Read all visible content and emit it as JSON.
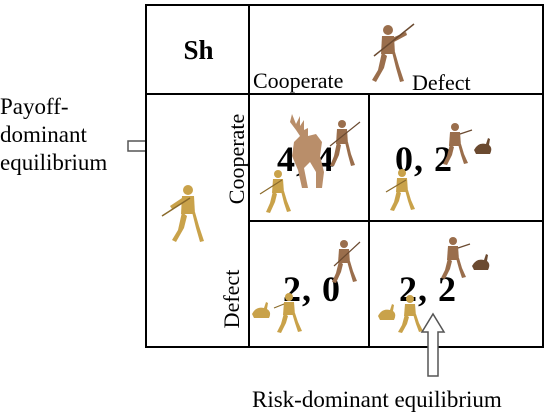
{
  "matrix": {
    "corner_label": "Sh",
    "col_headers": [
      "Cooperate",
      "Defect"
    ],
    "row_headers": [
      "Cooperate",
      "Defect"
    ],
    "cells": [
      [
        "4, 4",
        "0, 2"
      ],
      [
        "2, 0",
        "2, 2"
      ]
    ]
  },
  "annotations": {
    "payoff_dominant": [
      "Payoff-",
      "dominant",
      "equilibrium"
    ],
    "risk_dominant": "Risk-dominant equilibrium"
  },
  "icons": {
    "column_player": "hunter-with-spear-icon",
    "row_player": "hunter-with-spear-icon",
    "stag": "stag-icon",
    "hare": "hare-icon"
  },
  "colors": {
    "row_hunter": "#c9a24a",
    "column_hunter": "#9a6e4c",
    "stag": "#b98e6a"
  }
}
